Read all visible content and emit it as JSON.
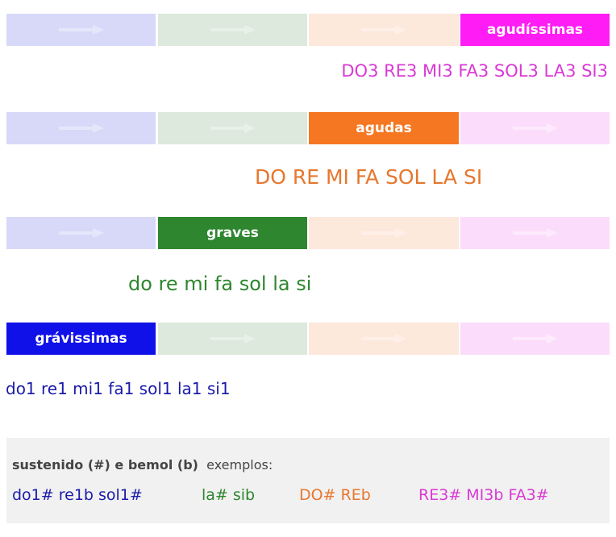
{
  "colors": {
    "gravissimas": "#1010e8",
    "graves": "#2e862e",
    "agudas": "#f57722",
    "agudissimas": "#ff1cf5",
    "gravissimas_faded": "#d8d8f8",
    "graves_faded": "#dce9dc",
    "agudas_faded": "#fde8dc",
    "agudissimas_faded": "#fcdcfb",
    "gravissimas_text": "#1b1baa",
    "graves_text": "#2e862e",
    "agudas_text": "#e6772e",
    "agudissimas_text": "#d93ad4"
  },
  "rows": [
    {
      "active_index": 3,
      "label": "agudíssimas",
      "notes": "DO3 RE3 MI3 FA3 SOL3 LA3 SI3"
    },
    {
      "active_index": 2,
      "label": "agudas",
      "notes": "DO RE MI FA SOL LA SI"
    },
    {
      "active_index": 1,
      "label": "graves",
      "notes": "do re mi fa sol la si"
    },
    {
      "active_index": 0,
      "label": "grávissimas",
      "notes": "do1 re1 mi1 fa1 sol1 la1 si1"
    }
  ],
  "arrow_icon": "right-arrow-icon",
  "examples": {
    "title_bold": "sustenido (#) e bemol (b)",
    "title_rest": "exemplos:",
    "groups": [
      "do1# re1b sol1#",
      "la# sib",
      "DO# REb",
      "RE3# MI3b FA3#"
    ]
  }
}
